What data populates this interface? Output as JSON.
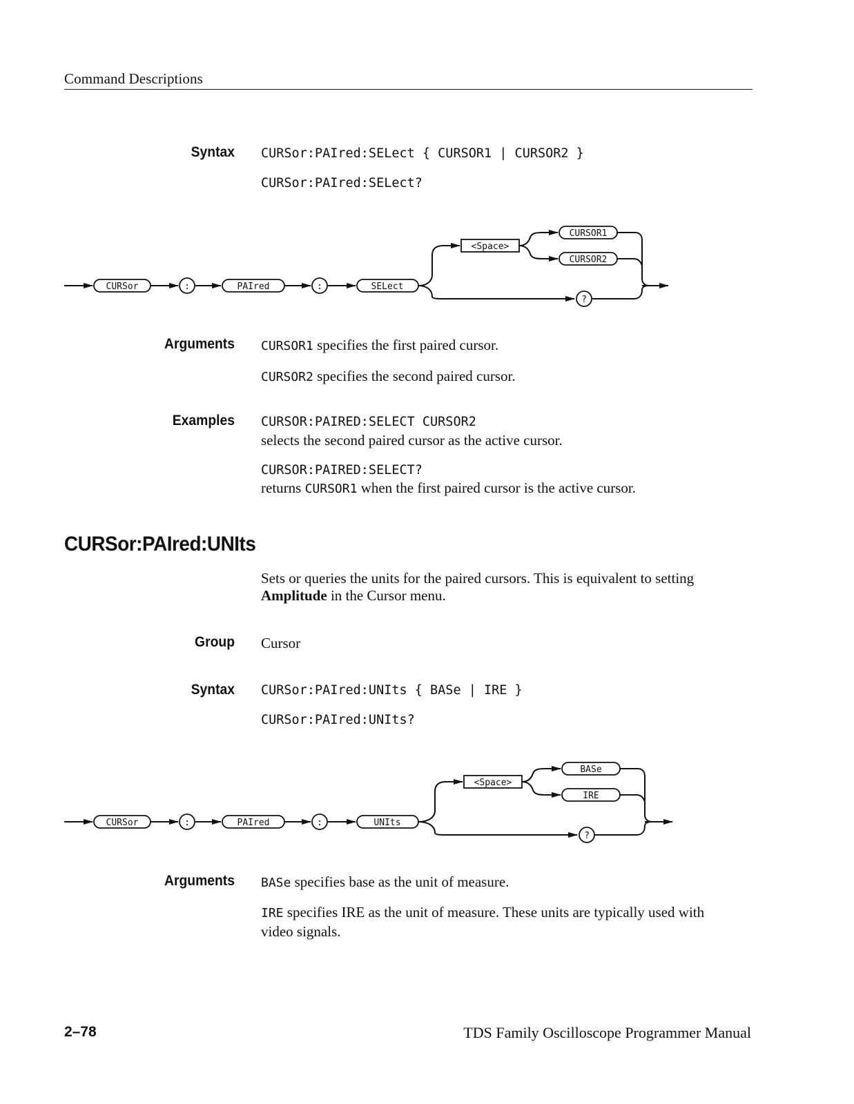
{
  "header": {
    "running_head": "Command Descriptions"
  },
  "select_section": {
    "syntax_label": "Syntax",
    "syntax_line1": "CURSor:PAIred:SELect { CURSOR1 | CURSOR2 }",
    "syntax_line2": "CURSor:PAIred:SELect?",
    "diagram": {
      "nodes": [
        "CURSor",
        ":",
        "PAIred",
        ":",
        "SELect",
        "<Space>",
        "CURSOR1",
        "CURSOR2",
        "?"
      ]
    },
    "arguments_label": "Arguments",
    "arguments": [
      {
        "code": "CURSOR1",
        "text": " specifies the first paired cursor."
      },
      {
        "code": "CURSOR2",
        "text": " specifies the second paired cursor."
      }
    ],
    "examples_label": "Examples",
    "examples": [
      {
        "code": "CURSOR:PAIRED:SELECT CURSOR2",
        "desc_pre": "selects the second paired cursor as the active cursor.",
        "desc_code": "",
        "desc_post": ""
      },
      {
        "code": "CURSOR:PAIRED:SELECT?",
        "desc_pre": "returns ",
        "desc_code": "CURSOR1",
        "desc_post": " when the first paired cursor is the active cursor."
      }
    ]
  },
  "units_section": {
    "heading": "CURSor:PAIred:UNIts",
    "description_pre": "Sets or queries the units for the paired cursors. This is equivalent to setting ",
    "description_bold": "Amplitude",
    "description_post": " in the Cursor menu.",
    "group_label": "Group",
    "group_value": "Cursor",
    "syntax_label": "Syntax",
    "syntax_line1": "CURSor:PAIred:UNIts { BASe | IRE }",
    "syntax_line2": "CURSor:PAIred:UNIts?",
    "diagram": {
      "nodes": [
        "CURSor",
        ":",
        "PAIred",
        ":",
        "UNIts",
        "<Space>",
        "BASe",
        "IRE",
        "?"
      ]
    },
    "arguments_label": "Arguments",
    "arguments": [
      {
        "code": "BASe",
        "text": " specifies base as the unit of measure."
      },
      {
        "code": "IRE",
        "text": " specifies IRE as the unit of measure. These units are typically used with video signals."
      }
    ]
  },
  "footer": {
    "page_number": "2–78",
    "manual_title": "TDS Family Oscilloscope Programmer Manual"
  }
}
